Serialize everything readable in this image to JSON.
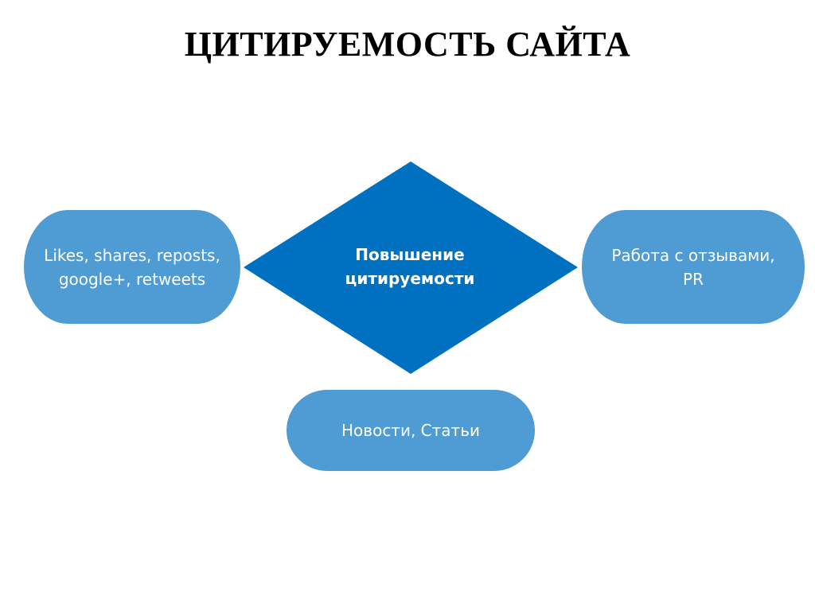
{
  "slide": {
    "title": "ЦИТИРУЕМОСТЬ САЙТА"
  },
  "diagram": {
    "center": {
      "label": "Повышение цитируемости",
      "color": "#0070c0"
    },
    "left": {
      "label": "Likes, shares, reposts, google+, retweets"
    },
    "right": {
      "label": "Работа с отзывами, PR"
    },
    "bottom": {
      "label": "Новости, Статьи"
    },
    "node_color": "#4f9bd3"
  }
}
